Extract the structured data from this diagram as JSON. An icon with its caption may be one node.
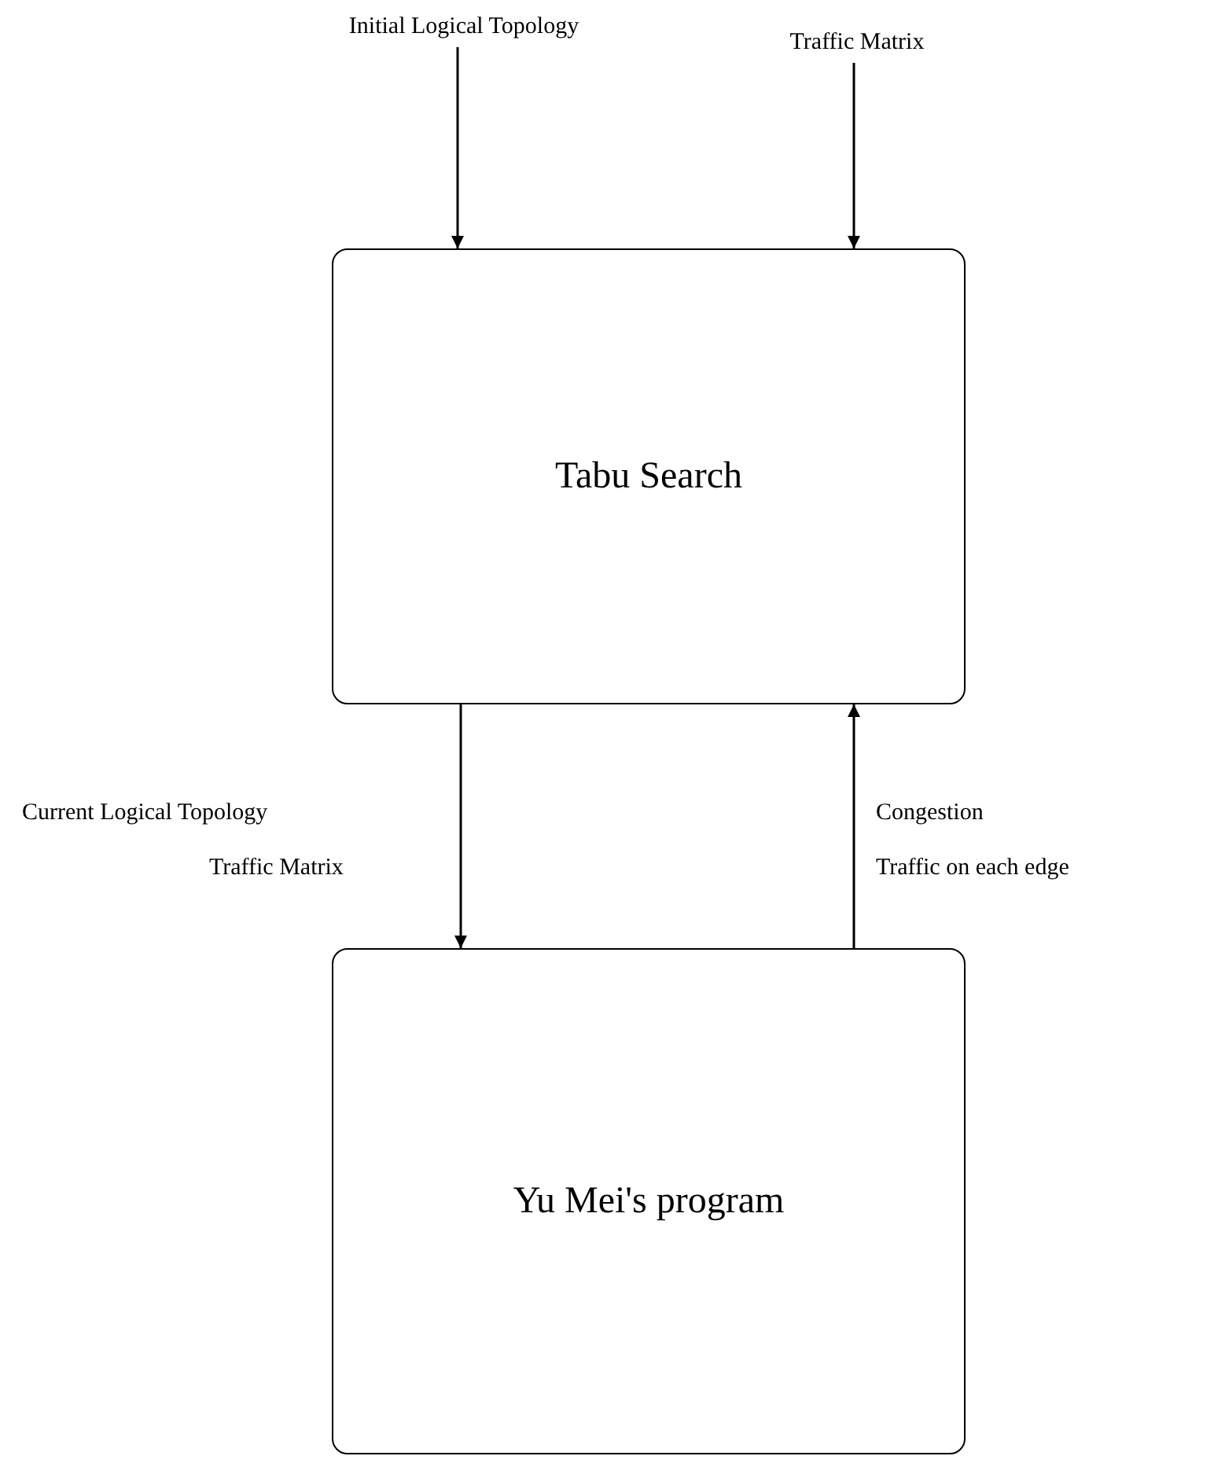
{
  "diagram": {
    "nodes": [
      {
        "text": [
          "Initial Logical Topology"
        ]
      },
      {
        "text": [
          "Traffic Matrix"
        ]
      },
      {
        "text": [
          "Tabu Search"
        ]
      },
      {
        "text": [
          "Yu Mei's program"
        ]
      }
    ],
    "edges": [
      {
        "from": 0,
        "to": 2,
        "arrow": "to"
      },
      {
        "from": 1,
        "to": 2,
        "arrow": "to"
      },
      {
        "from": 2,
        "to": 3,
        "arrow": "to"
      },
      {
        "from": 3,
        "to": 2,
        "arrow": "to"
      }
    ],
    "labels": [
      "Current Logical Topology",
      "Traffic Matrix",
      "Congestion",
      "Traffic on each edge"
    ]
  }
}
